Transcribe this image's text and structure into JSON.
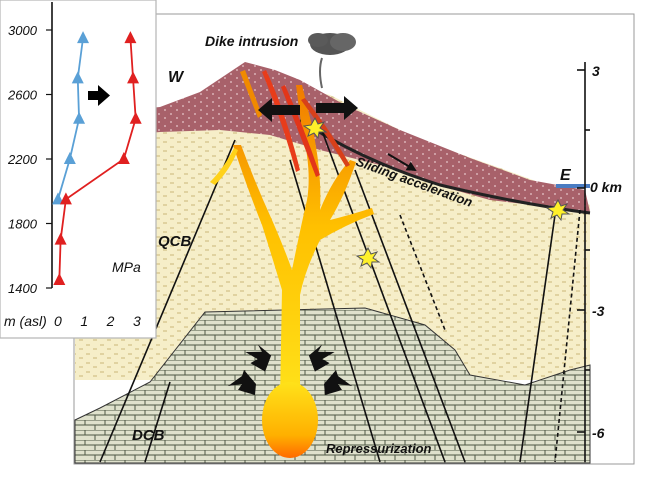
{
  "inset_chart": {
    "y_ticks": [
      "3000",
      "2600",
      "2200",
      "1800",
      "1400"
    ],
    "x_ticks": [
      "0",
      "1",
      "2",
      "3"
    ],
    "y_axis_label": "m (asl)",
    "x_axis_label": "MPa",
    "series": [
      {
        "color": "#5aa0d6",
        "points": [
          [
            0.0,
            1950
          ],
          [
            0.45,
            2200
          ],
          [
            0.8,
            2450
          ],
          [
            0.75,
            2700
          ],
          [
            0.95,
            2950
          ]
        ]
      },
      {
        "color": "#e02020",
        "points": [
          [
            0.05,
            1450
          ],
          [
            0.1,
            1700
          ],
          [
            0.3,
            1950
          ],
          [
            2.5,
            2200
          ],
          [
            2.95,
            2450
          ],
          [
            2.85,
            2700
          ],
          [
            2.75,
            2950
          ]
        ]
      }
    ],
    "arrow_color": "#000000"
  },
  "cross_section": {
    "labels": {
      "dike_intrusion": "Dike intrusion",
      "w": "W",
      "e": "E",
      "qcb": "QCB",
      "dcb": "DCB",
      "sliding_acceleration": "Sliding acceleration",
      "repressurization": "Repressurization"
    },
    "depth_scale": {
      "ticks": [
        "3",
        "0 km",
        "-3",
        "-6"
      ]
    },
    "colors": {
      "edifice": "#a85b64",
      "qcb": "#f4e9b8",
      "dcb": "#c9cdb6",
      "magma_hot": "#e4261c",
      "magma_warm": "#f5a000",
      "magma_core": "#ffd500",
      "sea_level": "#4a7cc2"
    }
  }
}
